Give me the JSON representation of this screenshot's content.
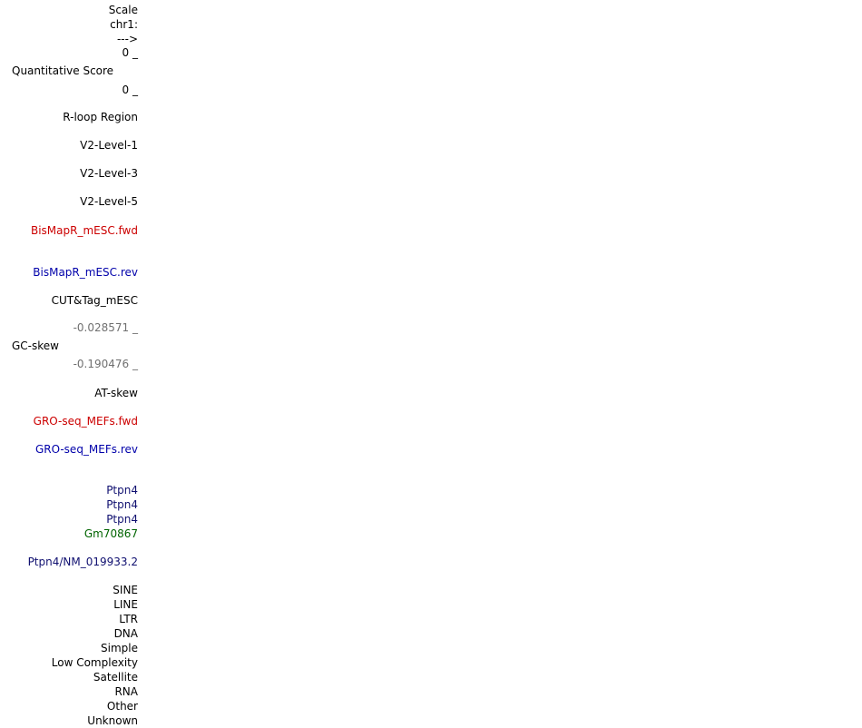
{
  "labels": {
    "scale": "Scale",
    "chrom": "chr1:",
    "strand_arrow": "--->",
    "quant_max": "0 _",
    "quant_title": "Quantitative Score",
    "quant_min": "0 _",
    "rloop_region": "R-loop Region",
    "v2_level_1": "V2-Level-1",
    "v2_level_3": "V2-Level-3",
    "v2_level_5": "V2-Level-5",
    "bismapr_fwd": "BisMapR_mESC.fwd",
    "bismapr_rev": "BisMapR_mESC.rev",
    "cuttag": "CUT&Tag_mESC",
    "gc_max": "-0.028571 _",
    "gc_title": "GC-skew",
    "gc_min": "-0.190476 _",
    "at_skew": "AT-skew",
    "groseq_fwd": "GRO-seq_MEFs.fwd",
    "groseq_rev": "GRO-seq_MEFs.rev",
    "genes": [
      "Ptpn4",
      "Ptpn4",
      "Ptpn4",
      "Gm70867"
    ],
    "refseq": "Ptpn4/NM_019933.2",
    "repeats": [
      "SINE",
      "LINE",
      "LTR",
      "DNA",
      "Simple",
      "Low Complexity",
      "Satellite",
      "RNA",
      "Other",
      "Unknown"
    ]
  },
  "colors": {
    "fwd_strand": "#cc0000",
    "rev_strand": "#0000aa",
    "gene_coding": "#101070",
    "gene_noncoding": "#006400",
    "axis_value": "#707070"
  }
}
